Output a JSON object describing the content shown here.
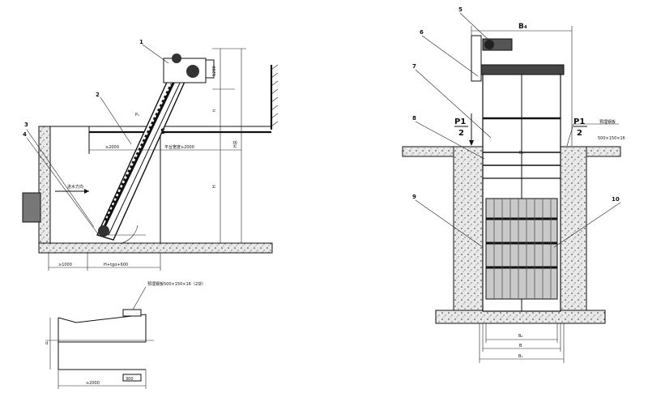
{
  "left_view": {
    "part_numbers": [
      "1",
      "2",
      "3",
      "4"
    ],
    "labels": {
      "p_label": "P₁",
      "s_label": "S",
      "gap_ge2000": "≥2000",
      "platform_note": "平台宽度≥2000",
      "flow_note": "进水方向",
      "bottom_ge1000": "≥1000",
      "bottom_formula": "H+tgα+600",
      "dim_1200": "1200",
      "dim_h1": "h",
      "dim_H": "H",
      "dim_H_total": "H总"
    }
  },
  "detail_view": {
    "plate_note": "预埋钢板500×150×16（2块）",
    "dim_h": "d",
    "dim_ge2000": "≥2000",
    "corner_label": "300"
  },
  "right_view": {
    "part_numbers": [
      "5",
      "6",
      "7",
      "8",
      "9",
      "10"
    ],
    "labels": {
      "B4": "B₄",
      "B3": "B₃",
      "B2": "B₂",
      "B": "B",
      "B1": "B₁",
      "P1": "P1",
      "half": "2",
      "plate_title": "预埋钢板",
      "plate_size": "500×150×16"
    }
  }
}
